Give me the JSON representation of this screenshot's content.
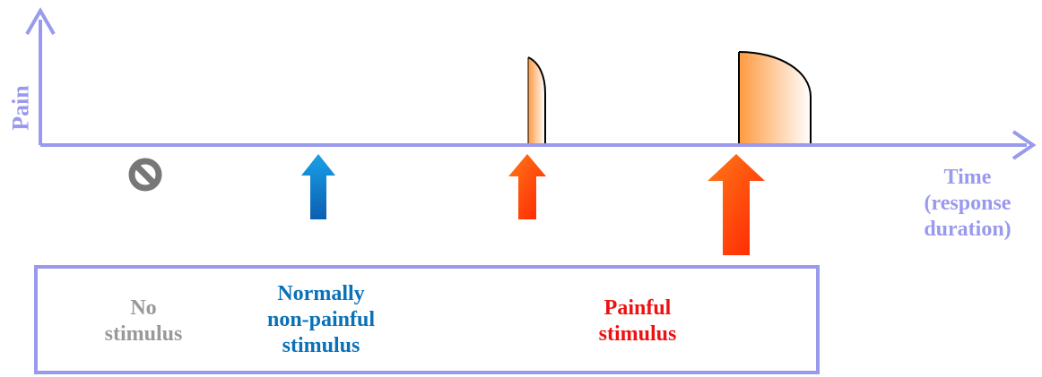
{
  "axes": {
    "y_label": "Pain",
    "x_label_lines": [
      "Time",
      "(response",
      "duration)"
    ],
    "axis_color": "#9999ee"
  },
  "stimuli": [
    {
      "id": "none",
      "label_lines": [
        "No",
        "stimulus"
      ],
      "label_color": "#999999",
      "icon": "no-entry-icon"
    },
    {
      "id": "normal",
      "label_lines": [
        "Normally",
        "non-painful",
        "stimulus"
      ],
      "label_color": "#0a71b8",
      "icon": "blue-up-arrow-icon"
    },
    {
      "id": "painful",
      "label_lines": [
        "Painful",
        "stimulus"
      ],
      "label_color": "#ee1111",
      "icon": "red-up-arrow-icon"
    }
  ],
  "colors": {
    "blue_arrow_top": "#1aa0e8",
    "blue_arrow_bottom": "#0b5fb0",
    "red_arrow_top": "#ff6a1a",
    "red_arrow_bottom": "#ff2a00",
    "pulse_start": "#ff9a40",
    "pulse_end": "#ffffff",
    "no_icon": "#777777",
    "box_border": "#9999ee"
  }
}
